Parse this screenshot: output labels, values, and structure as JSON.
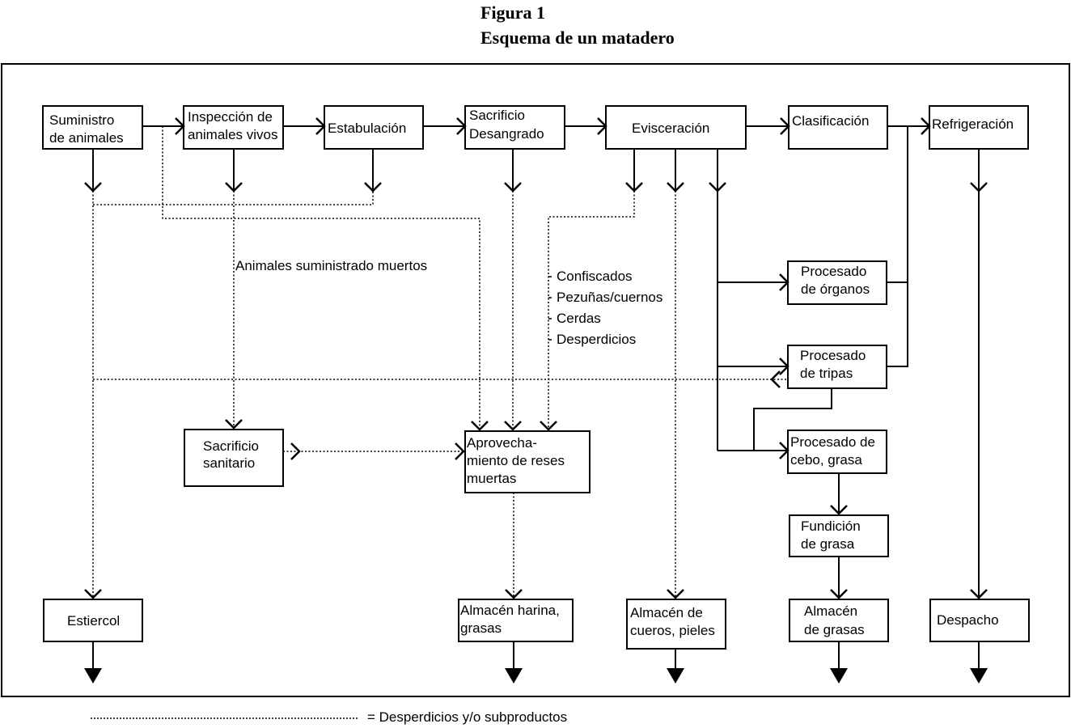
{
  "figure": {
    "label": "Figura 1",
    "title": "Esquema de un matadero"
  },
  "nodes": {
    "suministro": [
      "Suministro",
      "de animales"
    ],
    "inspeccion": [
      "Inspección de",
      "animales vivos"
    ],
    "estabulacion": [
      "Estabulación"
    ],
    "sacrificio": [
      "Sacrificio",
      "Desangrado"
    ],
    "evisceracion": [
      "Evisceración"
    ],
    "clasificacion": [
      "Clasificación"
    ],
    "refrigeracion": [
      "Refrigeración"
    ],
    "organos": [
      "Procesado",
      "de órganos"
    ],
    "tripas": [
      "Procesado",
      "de tripas"
    ],
    "cebo": [
      "Procesado de",
      "cebo, grasa"
    ],
    "fundicion": [
      "Fundición",
      "de grasa"
    ],
    "sacrificio_sanitario": [
      "Sacrificio",
      "sanitario"
    ],
    "aprovechamiento": [
      "Aprovecha-",
      "miento de reses",
      "muertas"
    ],
    "estiercol": [
      "Estiercol"
    ],
    "almacen_harina": [
      "Almacén harina,",
      "grasas"
    ],
    "almacen_cueros": [
      "Almacén de",
      "cueros, pieles"
    ],
    "almacen_grasas": [
      "Almacén",
      "de grasas"
    ],
    "despacho": [
      "Despacho"
    ]
  },
  "annotations": {
    "animales_muertos": "Animales suministrado muertos",
    "byproducts": [
      "Confiscados",
      "Pezuñas/cuernos",
      "Cerdas",
      "Desperdicios"
    ]
  },
  "legend": {
    "text": "= Desperdicios y/o subproductos"
  }
}
